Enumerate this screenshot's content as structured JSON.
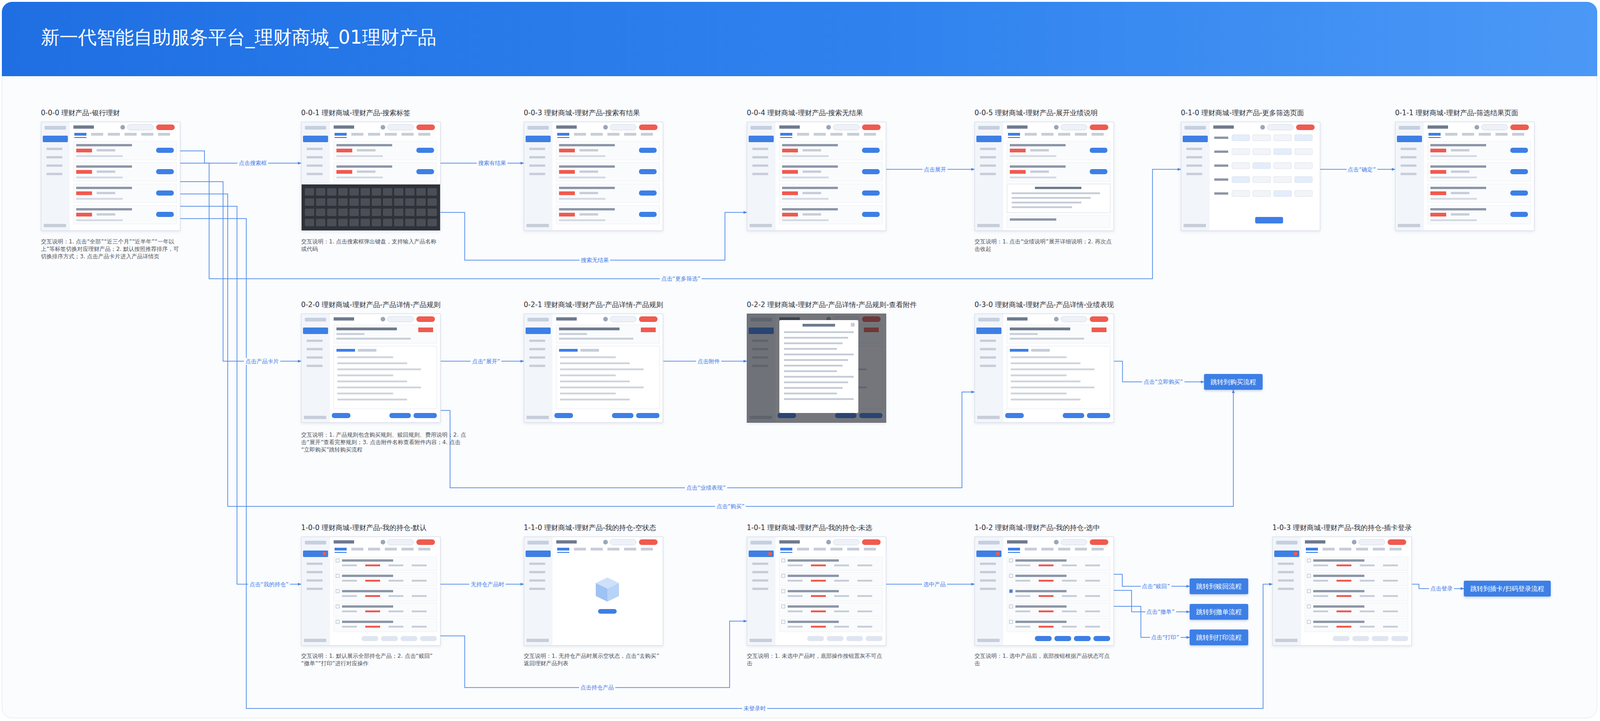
{
  "diagram": {
    "title": "新一代智能自助服务平台_理财商城_01理财产品",
    "nodes": [
      {
        "text": [
          "0-0-0 理财产品-银行理财"
        ]
      },
      {
        "text": [
          "0-0-1 理财商城-理财产品-搜索标签"
        ]
      },
      {
        "text": [
          "0-0-3 理财商城-理财产品-搜索有结果"
        ]
      },
      {
        "text": [
          "0-0-4 理财商城-理财产品-搜索无结果"
        ]
      },
      {
        "text": [
          "0-0-5 理财商城-理财产品-展开业绩说明"
        ]
      },
      {
        "text": [
          "0-1-0 理财商城-理财产品-更多筛选页面"
        ]
      },
      {
        "text": [
          "0-1-1 理财商城-理财产品-筛选结果页面"
        ]
      },
      {
        "text": [
          "0-2-0 理财商城-理财产品-产品详情-产品规则"
        ]
      },
      {
        "text": [
          "0-2-1 理财商城-理财产品-产品详情-产品规则"
        ]
      },
      {
        "text": [
          "0-2-2 理财商城-理财产品-产品详情-产品规则-查看附件"
        ]
      },
      {
        "text": [
          "0-3-0 理财商城-理财产品-产品详情-业绩表现"
        ]
      },
      {
        "text": [
          "跳转到购买流程"
        ]
      },
      {
        "text": [
          "1-0-0 理财商城-理财产品-我的持仓-默认"
        ]
      },
      {
        "text": [
          "1-1-0 理财商城-理财产品-我的持仓-空状态"
        ]
      },
      {
        "text": [
          "1-0-1 理财商城-理财产品-我的持仓-未选"
        ]
      },
      {
        "text": [
          "1-0-2 理财商城-理财产品-我的持仓-选中"
        ]
      },
      {
        "text": [
          "跳转到赎回流程"
        ]
      },
      {
        "text": [
          "跳转到撤单流程"
        ]
      },
      {
        "text": [
          "跳转到打印流程"
        ]
      },
      {
        "text": [
          "1-0-3 理财商城-理财产品-我的持仓-插卡登录"
        ]
      },
      {
        "text": [
          "跳转到插卡/扫码登录流程"
        ]
      }
    ],
    "edges": [
      {
        "from": 0,
        "to": 1,
        "label": "点击搜索框",
        "arrow": "to"
      },
      {
        "from": 1,
        "to": 2,
        "label": "搜索有结果",
        "arrow": "to"
      },
      {
        "from": 1,
        "to": 3,
        "label": "搜索无结果",
        "arrow": "to"
      },
      {
        "from": 3,
        "to": 4,
        "label": "点击展开",
        "arrow": "to"
      },
      {
        "from": 0,
        "to": 5,
        "label": "点击“更多筛选”",
        "arrow": "to"
      },
      {
        "from": 5,
        "to": 6,
        "label": "点击“确定”",
        "arrow": "to"
      },
      {
        "from": 0,
        "to": 7,
        "label": "点击产品卡片",
        "arrow": "to"
      },
      {
        "from": 7,
        "to": 8,
        "label": "点击“展开”",
        "arrow": "to"
      },
      {
        "from": 8,
        "to": 9,
        "label": "点击附件",
        "arrow": "to"
      },
      {
        "from": 7,
        "to": 10,
        "label": "点击“业绩表现”",
        "arrow": "to"
      },
      {
        "from": 10,
        "to": 11,
        "label": "点击“立即购买”",
        "arrow": "to"
      },
      {
        "from": 0,
        "to": 11,
        "label": "点击“购买”",
        "arrow": "to"
      },
      {
        "from": 0,
        "to": 12,
        "label": "点击“我的持仓”",
        "arrow": "to"
      },
      {
        "from": 12,
        "to": 13,
        "label": "无持仓产品时",
        "arrow": "to"
      },
      {
        "from": 12,
        "to": 14,
        "label": "点击持仓产品",
        "arrow": "to"
      },
      {
        "from": 14,
        "to": 15,
        "label": "选中产品",
        "arrow": "to"
      },
      {
        "from": 15,
        "to": 16,
        "label": "点击“赎回”",
        "arrow": "to"
      },
      {
        "from": 15,
        "to": 17,
        "label": "点击“撤单”",
        "arrow": "to"
      },
      {
        "from": 15,
        "to": 18,
        "label": "点击“打印”",
        "arrow": "to"
      },
      {
        "from": 19,
        "to": 20,
        "label": "点击登录",
        "arrow": "to"
      },
      {
        "from": 0,
        "to": 19,
        "label": "未登录时",
        "arrow": "to"
      }
    ],
    "labels": [
      "交互说明：1. 点击“全部”“近三个月”“近半年”“一年以上”等标签切换对应理财产品；2. 默认按照推荐排序，可切换排序方式；3. 点击产品卡片进入产品详情页",
      "交互说明：1. 点击搜索框弹出键盘，支持输入产品名称或代码",
      "交互说明：1. 点击“业绩说明”展开详细说明；2. 再次点击收起",
      "交互说明：1. 产品规则包含购买规则、赎回规则、费用说明；2. 点击“展开”查看完整规则；3. 点击附件名称查看附件内容；4. 点击“立即购买”跳转购买流程",
      "交互说明：1. 默认展示全部持仓产品；2. 点击“赎回”“撤单”“打印”进行对应操作",
      "交互说明：1. 无持仓产品时展示空状态，点击“去购买”返回理财产品列表",
      "交互说明：1. 未选中产品时，底部操作按钮置灰不可点击",
      "交互说明：1. 选中产品后，底部按钮根据产品状态可点击"
    ]
  }
}
